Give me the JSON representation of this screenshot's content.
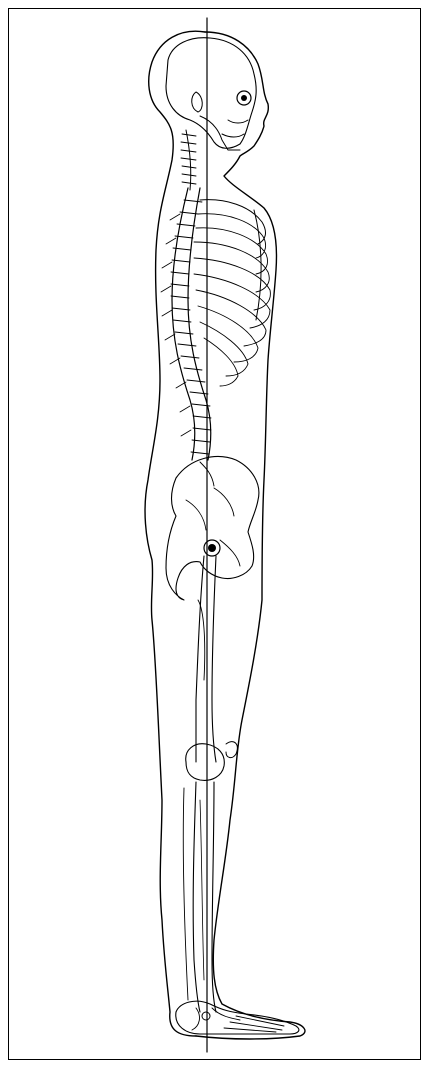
{
  "figure": {
    "subject": "lateral-view-human-skeleton-posture",
    "ink_color": "#000000",
    "paper_color": "#ffffff",
    "plumb_line": true,
    "icons": [
      "plumb-line",
      "skull",
      "spine",
      "rib-cage",
      "pelvis",
      "femur",
      "knee",
      "tibia",
      "foot"
    ]
  }
}
